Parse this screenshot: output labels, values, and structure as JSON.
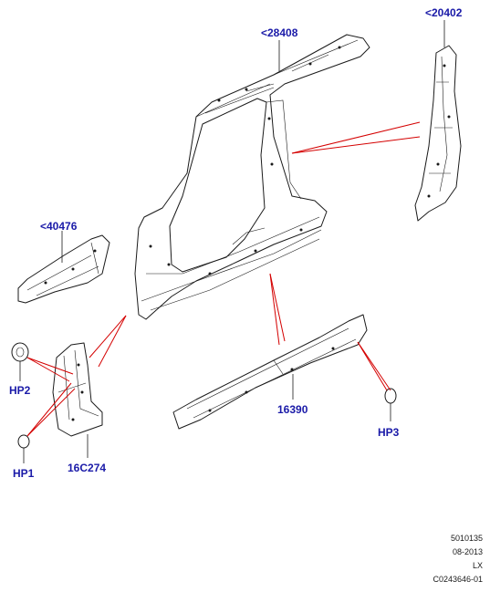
{
  "callouts": {
    "roof_rail": "<28408",
    "d_pillar": "<20402",
    "a_pillar_reinf": "<40476",
    "hp2": "HP2",
    "hp1": "HP1",
    "hinge_pillar": "16C274",
    "sill": "16390",
    "hp3": "HP3"
  },
  "meta": {
    "code": "5010135",
    "date": "08-2013",
    "model": "LX",
    "ref": "C0243646-01"
  },
  "colors": {
    "callout_text": "#1a1aa8",
    "pointer_lines": "#d40000",
    "linework": "#1a1a1a"
  }
}
